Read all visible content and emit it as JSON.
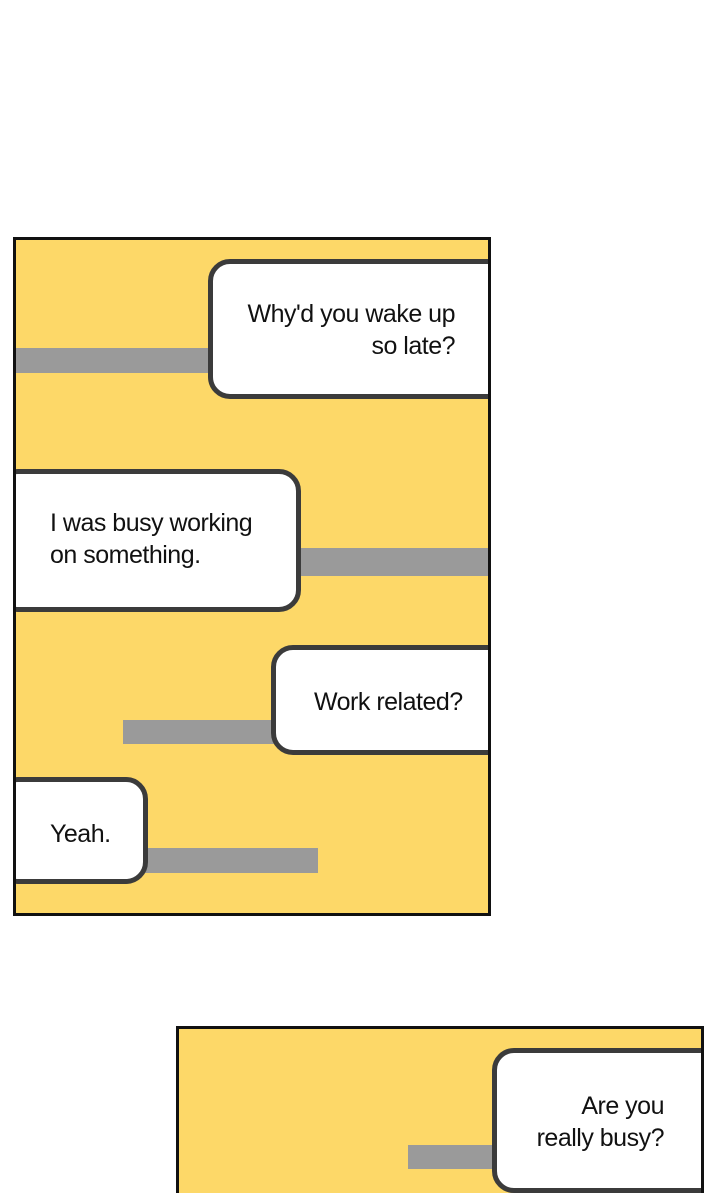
{
  "colors": {
    "panel_bg": "#FDD868",
    "bubble_border": "#3b3b3b",
    "connector": "#9a9a9a"
  },
  "panels": [
    {
      "bubbles": [
        {
          "text": "Why'd you wake up\nso late?"
        },
        {
          "text": "I was busy working\non something."
        },
        {
          "text": "Work related?"
        },
        {
          "text": "Yeah."
        }
      ]
    },
    {
      "bubbles": [
        {
          "text": "Are you\nreally busy?"
        }
      ]
    }
  ]
}
